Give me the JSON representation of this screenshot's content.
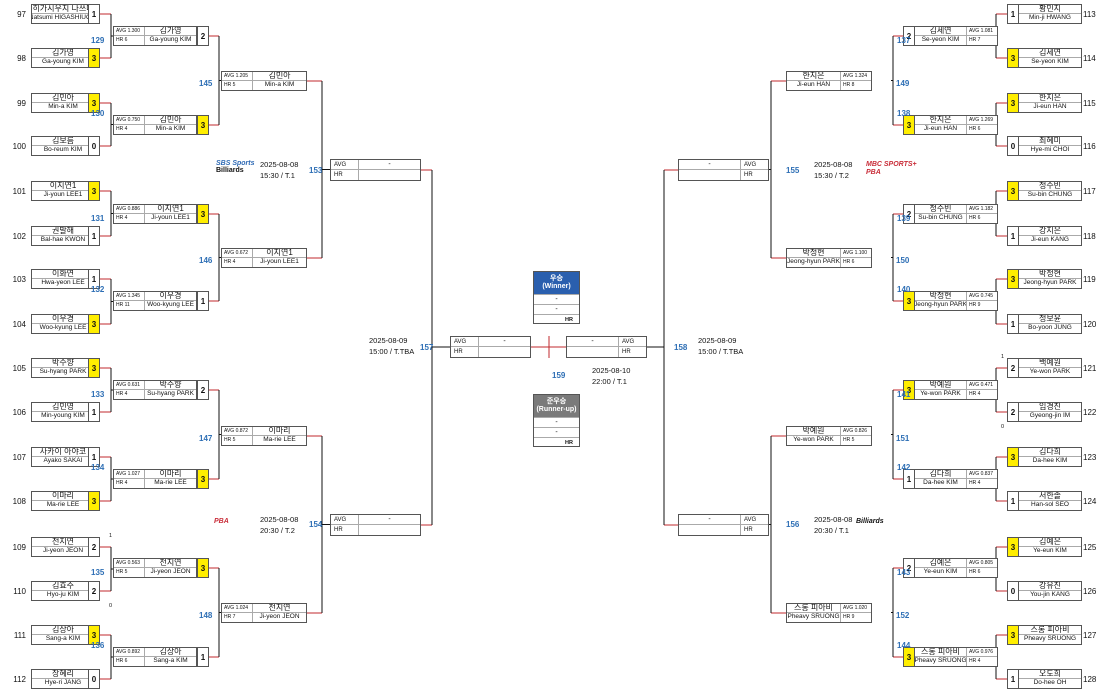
{
  "players": {
    "p97": {
      "seed": "97",
      "ko": "히가시우치 나쓰미",
      "en": "Natsumi HIGASHIUCHI",
      "score": "1"
    },
    "p98": {
      "seed": "98",
      "ko": "김가영",
      "en": "Ga-young KIM",
      "score": "3"
    },
    "p99": {
      "seed": "99",
      "ko": "김민아",
      "en": "Min-a KIM",
      "score": "3"
    },
    "p100": {
      "seed": "100",
      "ko": "김보름",
      "en": "Bo-reum KIM",
      "score": "0"
    },
    "p101": {
      "seed": "101",
      "ko": "이지연1",
      "en": "Ji-youn LEE1",
      "score": "3"
    },
    "p102": {
      "seed": "102",
      "ko": "권발해",
      "en": "Bal-hae KWON",
      "score": "1"
    },
    "p103": {
      "seed": "103",
      "ko": "이화연",
      "en": "Hwa-yeon LEE",
      "score": "1"
    },
    "p104": {
      "seed": "104",
      "ko": "이우경",
      "en": "Woo-kyung LEE",
      "score": "3"
    },
    "p105": {
      "seed": "105",
      "ko": "박수향",
      "en": "Su-hyang PARK",
      "score": "3"
    },
    "p106": {
      "seed": "106",
      "ko": "김민영",
      "en": "Min-young KIM",
      "score": "1"
    },
    "p107": {
      "seed": "107",
      "ko": "사카이 아야코",
      "en": "Ayako SAKAI",
      "score": "1"
    },
    "p108": {
      "seed": "108",
      "ko": "이마리",
      "en": "Ma-rie LEE",
      "score": "3"
    },
    "p109": {
      "seed": "109",
      "ko": "전지연",
      "en": "Ji-yeon JEON",
      "score": "2",
      "note": "1"
    },
    "p110": {
      "seed": "110",
      "ko": "김효주",
      "en": "Hyo-ju KIM",
      "score": "2",
      "note": "0"
    },
    "p111": {
      "seed": "111",
      "ko": "김상아",
      "en": "Sang-a KIM",
      "score": "3"
    },
    "p112": {
      "seed": "112",
      "ko": "장혜리",
      "en": "Hye-ri JANG",
      "score": "0"
    },
    "p113": {
      "seed": "113",
      "ko": "황민지",
      "en": "Min-ji HWANG",
      "score": "1"
    },
    "p114": {
      "seed": "114",
      "ko": "김세연",
      "en": "Se-yeon KIM",
      "score": "3"
    },
    "p115": {
      "seed": "115",
      "ko": "한지은",
      "en": "Ji-eun HAN",
      "score": "3"
    },
    "p116": {
      "seed": "116",
      "ko": "최혜미",
      "en": "Hye-mi CHOI",
      "score": "0"
    },
    "p117": {
      "seed": "117",
      "ko": "정수빈",
      "en": "Su-bin CHUNG",
      "score": "3"
    },
    "p118": {
      "seed": "118",
      "ko": "강지은",
      "en": "Ji-eun KANG",
      "score": "1"
    },
    "p119": {
      "seed": "119",
      "ko": "박정현",
      "en": "Jeong-hyun PARK",
      "score": "3"
    },
    "p120": {
      "seed": "120",
      "ko": "정보윤",
      "en": "Bo-yoon JUNG",
      "score": "1"
    },
    "p121": {
      "seed": "121",
      "ko": "백예원",
      "en": "Ye-won PARK",
      "score": "2",
      "note": "1"
    },
    "p122": {
      "seed": "122",
      "ko": "임경진",
      "en": "Gyeong-jin IM",
      "score": "2",
      "note": "0"
    },
    "p123": {
      "seed": "123",
      "ko": "김다희",
      "en": "Da-hee KIM",
      "score": "3"
    },
    "p124": {
      "seed": "124",
      "ko": "서한솔",
      "en": "Han-sol SEO",
      "score": "1"
    },
    "p125": {
      "seed": "125",
      "ko": "김예은",
      "en": "Ye-eun KIM",
      "score": "3"
    },
    "p126": {
      "seed": "126",
      "ko": "강유진",
      "en": "You-jin KANG",
      "score": "0"
    },
    "p127": {
      "seed": "127",
      "ko": "스롱 피아비",
      "en": "Pheavy SRUONG",
      "score": "3"
    },
    "p128": {
      "seed": "128",
      "ko": "오도희",
      "en": "Do-hee OH",
      "score": "1"
    }
  },
  "r2": {
    "m129": {
      "no": "129",
      "ko": "김가영",
      "en": "Ga-young KIM",
      "avg": "AVG 1.300",
      "hr": "HR 6",
      "score": "2"
    },
    "m130": {
      "no": "130",
      "ko": "김민아",
      "en": "Min-a KIM",
      "avg": "AVG 0.750",
      "hr": "HR 4",
      "score": "3"
    },
    "m131": {
      "no": "131",
      "ko": "이지연1",
      "en": "Ji-youn LEE1",
      "avg": "AVG 0.886",
      "hr": "HR 4",
      "score": "3"
    },
    "m132": {
      "no": "132",
      "ko": "이우경",
      "en": "Woo-kyung LEE",
      "avg": "AVG 1.345",
      "hr": "HR 11",
      "score": "1"
    },
    "m133": {
      "no": "133",
      "ko": "박수향",
      "en": "Su-hyang PARK",
      "avg": "AVG 0.631",
      "hr": "HR 4",
      "score": "2"
    },
    "m134": {
      "no": "134",
      "ko": "이마리",
      "en": "Ma-rie LEE",
      "avg": "AVG 1.027",
      "hr": "HR 4",
      "score": "3"
    },
    "m135": {
      "no": "135",
      "ko": "전지연",
      "en": "Ji-yeon JEON",
      "avg": "AVG 0.563",
      "hr": "HR 5",
      "score": "3"
    },
    "m136": {
      "no": "136",
      "ko": "김상아",
      "en": "Sang-a KIM",
      "avg": "AVG 0.892",
      "hr": "HR 6",
      "score": "1"
    },
    "m137": {
      "no": "137",
      "ko": "김세연",
      "en": "Se-yeon KIM",
      "avg": "AVG 1.081",
      "hr": "HR 7",
      "score": "2"
    },
    "m138": {
      "no": "138",
      "ko": "한지은",
      "en": "Ji-eun HAN",
      "avg": "AVG 1.269",
      "hr": "HR 6",
      "score": "3"
    },
    "m139": {
      "no": "139",
      "ko": "정수빈",
      "en": "Su-bin CHUNG",
      "avg": "AVG 1.182",
      "hr": "HR 6",
      "score": "2"
    },
    "m140": {
      "no": "140",
      "ko": "박정현",
      "en": "Jeong-hyun PARK",
      "avg": "AVG 0.745",
      "hr": "HR 9",
      "score": "3"
    },
    "m141": {
      "no": "141",
      "ko": "박예원",
      "en": "Ye-won PARK",
      "avg": "AVG 0.471",
      "hr": "HR 4",
      "score": "3"
    },
    "m142": {
      "no": "142",
      "ko": "김다희",
      "en": "Da-hee KIM",
      "avg": "AVG 0.837",
      "hr": "HR 4",
      "score": "1"
    },
    "m143": {
      "no": "143",
      "ko": "김예은",
      "en": "Ye-eun KIM",
      "avg": "AVG 0.805",
      "hr": "HR 6",
      "score": "2"
    },
    "m144": {
      "no": "144",
      "ko": "스롱 피아비",
      "en": "Pheavy SRUONG",
      "avg": "AVG 0.976",
      "hr": "HR 4",
      "score": "3"
    }
  },
  "r3": {
    "m145": {
      "no": "145",
      "ko": "김민아",
      "en": "Min-a KIM",
      "avg": "AVG 1.205",
      "hr": "HR 5"
    },
    "m146": {
      "no": "146",
      "ko": "이지연1",
      "en": "Ji-youn LEE1",
      "avg": "AVG 0.672",
      "hr": "HR 4"
    },
    "m147": {
      "no": "147",
      "ko": "이마리",
      "en": "Ma-rie LEE",
      "avg": "AVG 0.872",
      "hr": "HR 5"
    },
    "m148": {
      "no": "148",
      "ko": "전지연",
      "en": "Ji-yeon JEON",
      "avg": "AVG 1.024",
      "hr": "HR 7"
    },
    "m149": {
      "no": "149",
      "ko": "한지은",
      "en": "Ji-eun HAN",
      "avg": "AVG 1.324",
      "hr": "HR 8"
    },
    "m150": {
      "no": "150",
      "ko": "박정현",
      "en": "Jeong-hyun PARK",
      "avg": "AVG 1.100",
      "hr": "HR 6"
    },
    "m151": {
      "no": "151",
      "ko": "박예원",
      "en": "Ye-won PARK",
      "avg": "AVG 0.826",
      "hr": "HR 5"
    },
    "m152": {
      "no": "152",
      "ko": "스롱 피아비",
      "en": "Pheavy SRUONG",
      "avg": "AVG 1.020",
      "hr": "HR 9"
    }
  },
  "r4": {
    "m153": {
      "no": "153",
      "avg": "AVG",
      "hr": "HR",
      "val": "-"
    },
    "m154": {
      "no": "154",
      "avg": "AVG",
      "hr": "HR",
      "val": "-"
    },
    "m155": {
      "no": "155",
      "avg": "AVG",
      "hr": "HR",
      "val": "-"
    },
    "m156": {
      "no": "156",
      "avg": "AVG",
      "hr": "HR",
      "val": "-"
    }
  },
  "r5": {
    "m157": {
      "no": "157",
      "avg": "AVG",
      "hr": "HR",
      "val": "-"
    },
    "m158": {
      "no": "158",
      "avg": "AVG",
      "hr": "HR",
      "val": "-"
    }
  },
  "final": {
    "no": "159",
    "date": "2025-08-10",
    "time": "22:00 / T.1"
  },
  "winner": {
    "title": "우승",
    "sub": "(Winner)",
    "row1": "-",
    "row2": "-",
    "hr": "HR"
  },
  "runner": {
    "title": "준우승",
    "sub": "(Runner-up)",
    "row1": "-",
    "row2": "-",
    "hr": "HR"
  },
  "schedules": {
    "s153": {
      "date": "2025-08-08",
      "time": "15:30 / T.1"
    },
    "s154": {
      "date": "2025-08-08",
      "time": "20:30 / T.2"
    },
    "s155": {
      "date": "2025-08-08",
      "time": "15:30 / T.2"
    },
    "s156": {
      "date": "2025-08-08",
      "time": "20:30 / T.1"
    },
    "s157": {
      "date": "2025-08-09",
      "time": "15:00 / T.TBA"
    },
    "s158": {
      "date": "2025-08-09",
      "time": "15:00 / T.TBA"
    }
  },
  "logos": {
    "sbs_top": "SBS Sports",
    "sbs_bottom": "Billiards",
    "pba": "PBA",
    "mbc": "MBC SPORTS+",
    "billiards": "Billiards"
  },
  "colors": {
    "winner_blue": "#2a5fae",
    "runner_gray": "#7a7a7a",
    "winner_yellow": "#ffee00",
    "line_red": "#c0282e",
    "match_blue": "#2e6fb5"
  }
}
